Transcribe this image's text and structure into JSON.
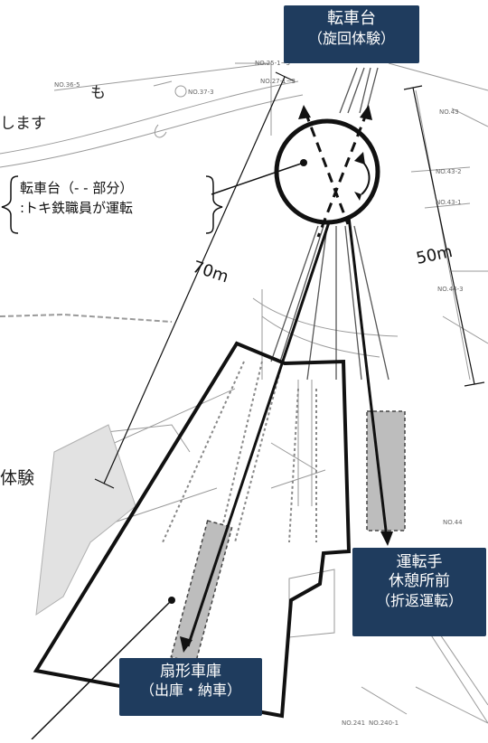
{
  "labels": {
    "turntable": {
      "line1": "転車台",
      "line2": "（旋回体験）"
    },
    "rest_area": {
      "line1": "運転手",
      "line2": "休憩所前",
      "line3": "（折返運転）"
    },
    "roundhouse": {
      "line1": "扇形車庫",
      "line2": "（出庫・納車）"
    }
  },
  "callout": {
    "line1": "転車台（- - 部分）",
    "line2": ":トキ鉄職員が運転"
  },
  "dimensions": {
    "left": "70m",
    "right": "50m"
  },
  "edge_text": {
    "top": "も",
    "second": "します",
    "middle": "体験"
  },
  "map_annotations": [
    "NO.25-1~3",
    "NO.27-1~3",
    "NO.36-5",
    "NO.37-3",
    "NO.43",
    "NO.43-2",
    "NO.43-1",
    "NO.44-3",
    "NO.44",
    "NO.241",
    "NO.240-1"
  ],
  "colors": {
    "label_bg": "#1f3c5e",
    "label_text": "#ffffff",
    "outline": "#111111",
    "track_fill": "#bdbdbd"
  }
}
